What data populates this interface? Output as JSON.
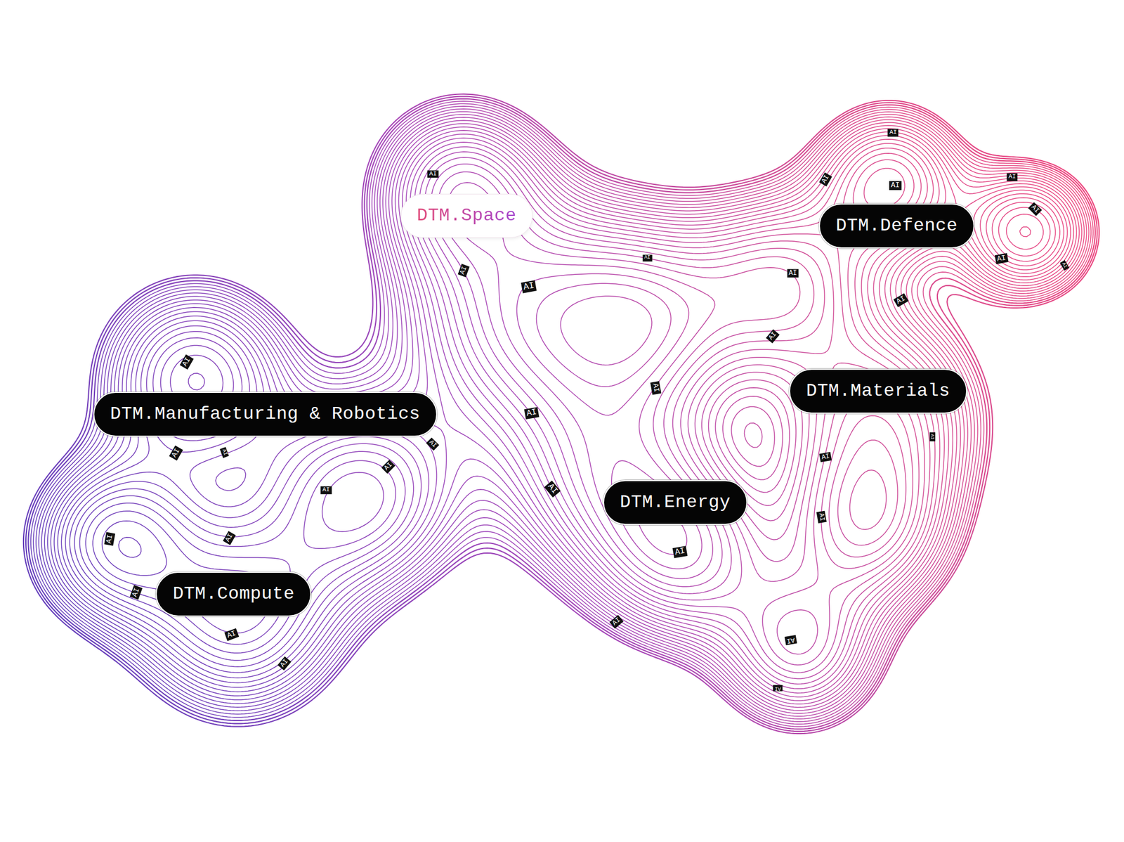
{
  "diagram": {
    "nodes": [
      {
        "text": [
          "DTM.Space"
        ]
      },
      {
        "text": [
          "DTM.Defence"
        ]
      },
      {
        "text": [
          "DTM.Manufacturing & Robotics"
        ]
      },
      {
        "text": [
          "DTM.Materials"
        ]
      },
      {
        "text": [
          "DTM.Energy"
        ]
      },
      {
        "text": [
          "DTM.Compute"
        ]
      }
    ],
    "labels": [
      "AI",
      "AI",
      "AI",
      "AI",
      "AI",
      "AI",
      "AI",
      "AI",
      "AI",
      "AI",
      "AI",
      "AI",
      "AI",
      "AI",
      "AI",
      "AI",
      "AI",
      "AI",
      "AI",
      "AI",
      "AI",
      "AI",
      "AI",
      "AI",
      "AI",
      "AI",
      "AI",
      "AI",
      "AI",
      "AI",
      "AI",
      "AI",
      "AI",
      "AI",
      "AI"
    ]
  }
}
